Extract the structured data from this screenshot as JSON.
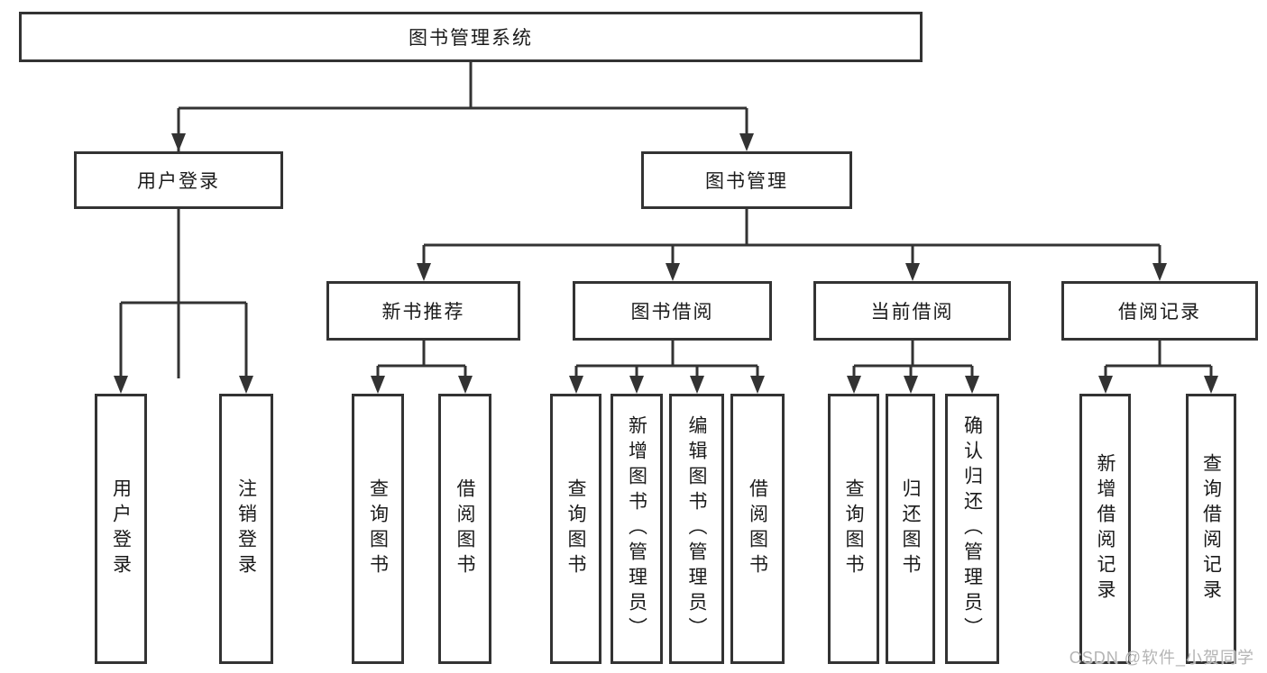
{
  "diagram": {
    "root": {
      "label": "图书管理系统"
    },
    "level2": [
      {
        "label": "用户登录"
      },
      {
        "label": "图书管理"
      }
    ],
    "level3": [
      {
        "label": "新书推荐"
      },
      {
        "label": "图书借阅"
      },
      {
        "label": "当前借阅"
      },
      {
        "label": "借阅记录"
      }
    ],
    "leaves": {
      "user_login": [
        "用户登录",
        "注销登录"
      ],
      "new_book_recommend": [
        "查询图书",
        "借阅图书"
      ],
      "book_borrowing": [
        "查询图书",
        "新增图书（管理员）",
        "编辑图书（管理员）",
        "借阅图书"
      ],
      "current_borrowing": [
        "查询图书",
        "归还图书",
        "确认归还（管理员）"
      ],
      "borrow_records": [
        "新增借阅记录",
        "查询借阅记录"
      ]
    }
  },
  "watermark": {
    "text": "CSDN @软件_小贺同学",
    "color": "#b4b4b4"
  },
  "colors": {
    "line": "#333333",
    "box_border": "#333333",
    "text": "#1a1a1a",
    "background": "#ffffff"
  }
}
